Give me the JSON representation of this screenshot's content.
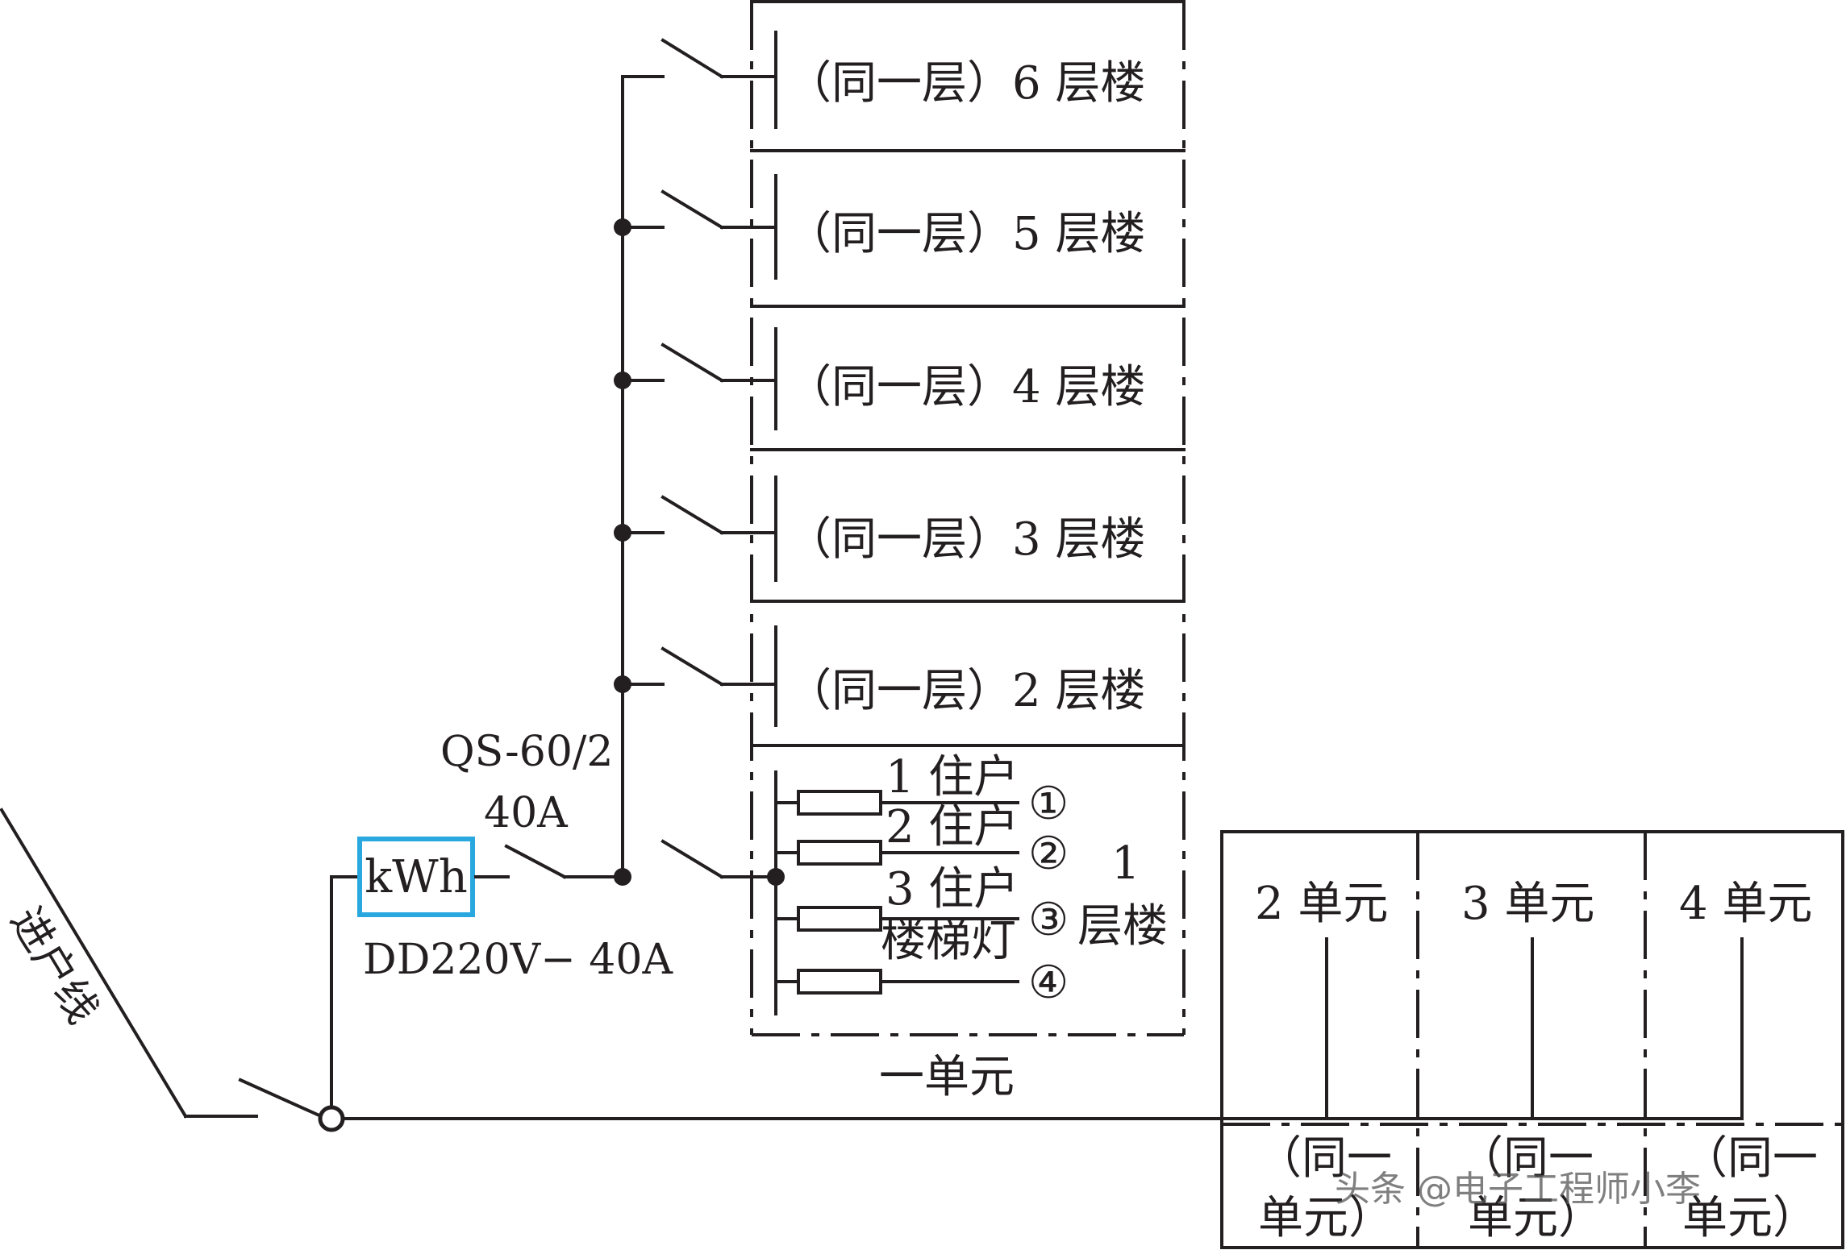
{
  "floors": [
    {
      "label": "（同一层）6 层楼"
    },
    {
      "label": "（同一层）5 层楼"
    },
    {
      "label": "（同一层）4 层楼"
    },
    {
      "label": "（同一层）3 层楼"
    },
    {
      "label": "（同一层）2 层楼"
    }
  ],
  "floor1": {
    "number": "1",
    "suffix": "层楼",
    "branches": [
      {
        "label": "1 住户",
        "mark": "①"
      },
      {
        "label": "2 住户",
        "mark": "②"
      },
      {
        "label": "3 住户",
        "mark": "③"
      },
      {
        "label": "楼梯灯",
        "mark": "④"
      }
    ]
  },
  "unit1_label": "一单元",
  "switch_label_1": "QS-60/2",
  "switch_label_2": "40A",
  "meter": {
    "text": "kWh",
    "rating": "DD220V− 40A",
    "border_color": "#29a8e0"
  },
  "incoming_line": "进户线",
  "other_units": [
    {
      "label": "2 单元",
      "note_1": "（同一",
      "note_2": "单元）"
    },
    {
      "label": "3 单元",
      "note_1": "（同一",
      "note_2": "单元）"
    },
    {
      "label": "4 单元",
      "note_1": "（同一",
      "note_2": "单元）"
    }
  ],
  "watermark": "头条 @电子工程师小李",
  "colors": {
    "line": "#231f20",
    "meter_border": "#29a8e0"
  }
}
